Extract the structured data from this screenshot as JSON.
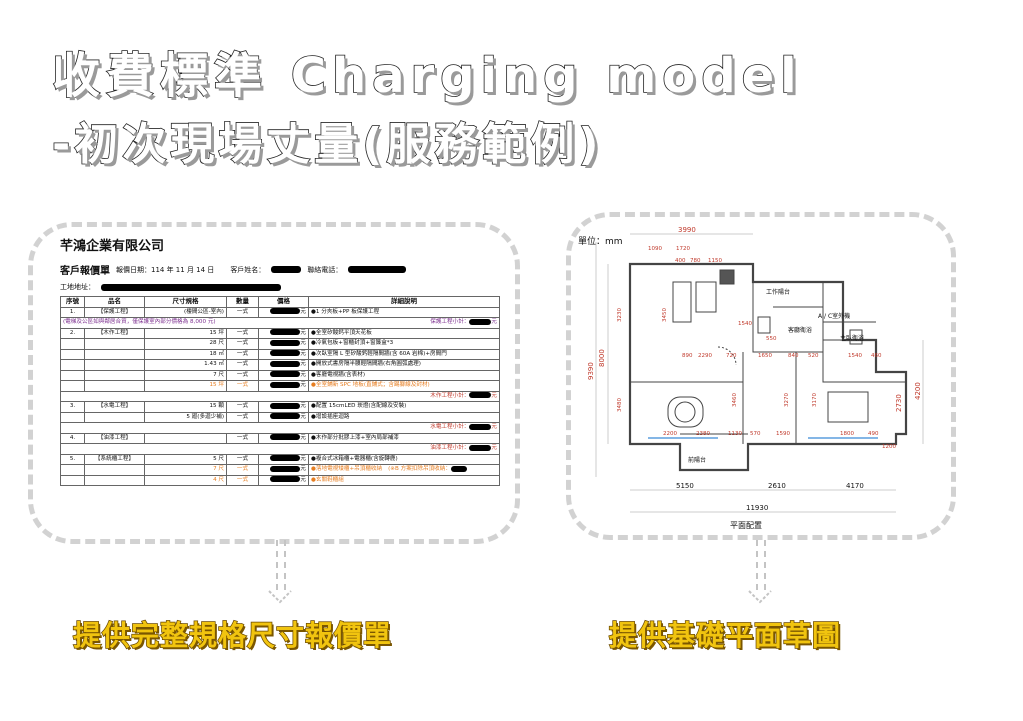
{
  "titles": {
    "line1": "收費標準 Charging model",
    "line2": "-初次現場丈量(服務範例)"
  },
  "captions": {
    "left": "提供完整規格尺寸報價單",
    "right": "提供基礎平面草圖"
  },
  "quote": {
    "company": "芊鴻企業有限公司",
    "doc_title": "客戶報價單",
    "date_label": "報價日期：114 年 11 月 14 日",
    "customer_label": "客戶姓名：",
    "phone_label": "聯絡電話：",
    "site_label": "工地地址：",
    "headers": [
      "序號",
      "品名",
      "尺寸規格",
      "數量",
      "價格",
      "詳細說明"
    ],
    "yuan": "元",
    "rows": [
      {
        "no": "1.",
        "name": "【保護工程】",
        "spec": "(樓間公區-室內)",
        "qty": "一式",
        "desc": "●1 分夾板+PP 板保護工程",
        "cls": ""
      },
      {
        "note": "(電梯及公區如與鄰居合資，僅保護室內部分價格為 8,000 元)",
        "subtotal": "保護工程小計：",
        "cls": "purple"
      },
      {
        "no": "2.",
        "name": "【木作工程】",
        "spec": "15 坪",
        "qty": "一式",
        "desc": "●全室矽酸鈣平頂天花板",
        "cls": ""
      },
      {
        "spec": "28 尺",
        "qty": "一式",
        "desc": "●冷氣包板+窗櫃封頂+窗簾盒*3",
        "cls": ""
      },
      {
        "spec": "18 ㎡",
        "qty": "一式",
        "desc": "●次臥室隔 L 型矽酸鈣輕隔間牆(含 60A 岩棉)+房間門",
        "cls": ""
      },
      {
        "spec": "1.43 ㎡",
        "qty": "一式",
        "desc": "●開放式書房隔半腰輕隔間牆(右角圓弧處理)",
        "cls": ""
      },
      {
        "spec": "7 尺",
        "qty": "一式",
        "desc": "●客廳電視牆(含表材)",
        "cls": ""
      },
      {
        "spec": "15 坪",
        "qty": "一式",
        "desc": "●全室鋪新 SPC 地板(直鋪式；含踢腳線及封材)",
        "cls": "orange"
      },
      {
        "subtotal": "木作工程小計：",
        "cls": "red"
      },
      {
        "no": "3.",
        "name": "【水電工程】",
        "spec": "15 顆",
        "qty": "一式",
        "desc": "●配置 15cmLED 崁燈(含配線及安裝)",
        "cls": ""
      },
      {
        "spec": "5 廻(多迴少補)",
        "qty": "一式",
        "desc": "●增設插座迴路",
        "cls": ""
      },
      {
        "subtotal": "水電工程小計：",
        "cls": "red"
      },
      {
        "no": "4.",
        "name": "【油漆工程】",
        "spec": "",
        "qty": "一式",
        "desc": "●木作部分批膠上漆+室內局部補漆",
        "cls": ""
      },
      {
        "subtotal": "油漆工程小計：",
        "cls": "red"
      },
      {
        "no": "5.",
        "name": "【系統櫃工程】",
        "spec": "5 尺",
        "qty": "一式",
        "desc": "●複合式冰箱櫃+電器櫃(含旋轉鹿)",
        "cls": ""
      },
      {
        "spec": "7 尺",
        "qty": "一式",
        "desc": "●落地電視矮櫃+吊頂櫃收納",
        "extra": "(※B 方案扣除吊頂收納：",
        "cls": "orange"
      },
      {
        "spec": "4 尺",
        "qty": "一式",
        "desc": "●玄關鞋櫃組",
        "cls": "orange"
      }
    ]
  },
  "plan": {
    "unit_label": "單位：mm",
    "title": "平面配置",
    "rooms": [
      "工作陽台",
      "A / C室外機",
      "客廳衛浴",
      "主臥衛浴",
      "前陽台"
    ],
    "top_dims": [
      "3990",
      "1090",
      "1720",
      "400",
      "780",
      "1150"
    ],
    "dims": [
      "1540",
      "1650",
      "840",
      "520",
      "1540",
      "460",
      "2200",
      "2380",
      "1130",
      "570",
      "1590",
      "1800",
      "490",
      "1200",
      "720",
      "890",
      "2290",
      "3230",
      "3480",
      "3460",
      "3270",
      "3170",
      "3450",
      "2730",
      "550"
    ],
    "left_dims": [
      "8000",
      "9390"
    ],
    "right_dim": "4200",
    "bottom_dims": [
      "5150",
      "2610",
      "4170"
    ],
    "total": "11930"
  }
}
